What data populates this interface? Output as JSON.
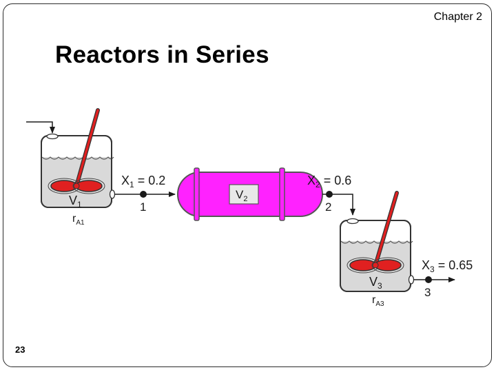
{
  "header": {
    "chapter": "Chapter 2"
  },
  "slide": {
    "title": "Reactors in Series",
    "page_number": "23"
  },
  "diagram": {
    "reactor1": {
      "volume": "V",
      "volume_sub": "1",
      "rate": "r",
      "rate_sub": "A1"
    },
    "stream1": {
      "conversion": "X",
      "conversion_sub": "1",
      "value": " = 0.2",
      "point": "1"
    },
    "pfr": {
      "volume": "V",
      "volume_sub": "2",
      "color": "#ff22ff"
    },
    "stream2": {
      "conversion": "X",
      "conversion_sub": "2",
      "value": " = 0.6",
      "point": "2"
    },
    "reactor3": {
      "volume": "V",
      "volume_sub": "3",
      "rate": "r",
      "rate_sub": "A3"
    },
    "stream3": {
      "conversion": "X",
      "conversion_sub": "3",
      "value": " = 0.65",
      "point": "3"
    },
    "stirrer_color": "#e02020",
    "liquid_color": "#d9d9d9"
  }
}
